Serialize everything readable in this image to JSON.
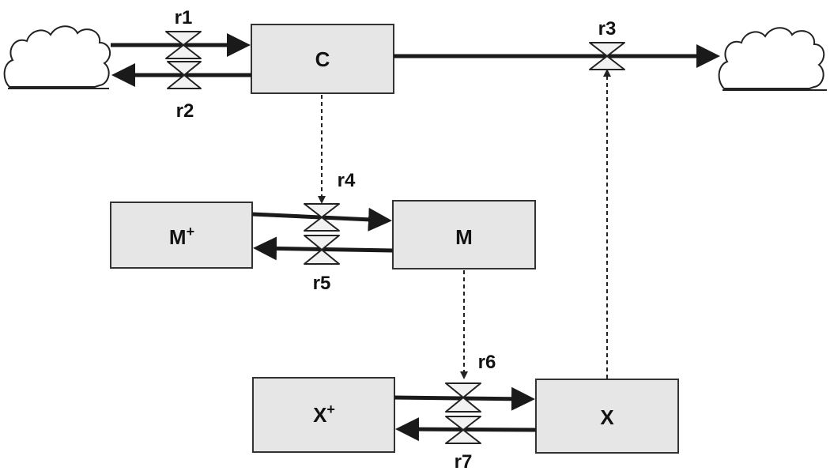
{
  "nodes": {
    "c": "C",
    "m_plus": "M",
    "m_plus_sup": "+",
    "m": "M",
    "x_plus": "X",
    "x_plus_sup": "+",
    "x": "X"
  },
  "rates": {
    "r1": "r1",
    "r2": "r2",
    "r3": "r3",
    "r4": "r4",
    "r5": "r5",
    "r6": "r6",
    "r7": "r7"
  },
  "colors": {
    "box_fill": "#e6e6e6",
    "line": "#1a1a1a"
  }
}
